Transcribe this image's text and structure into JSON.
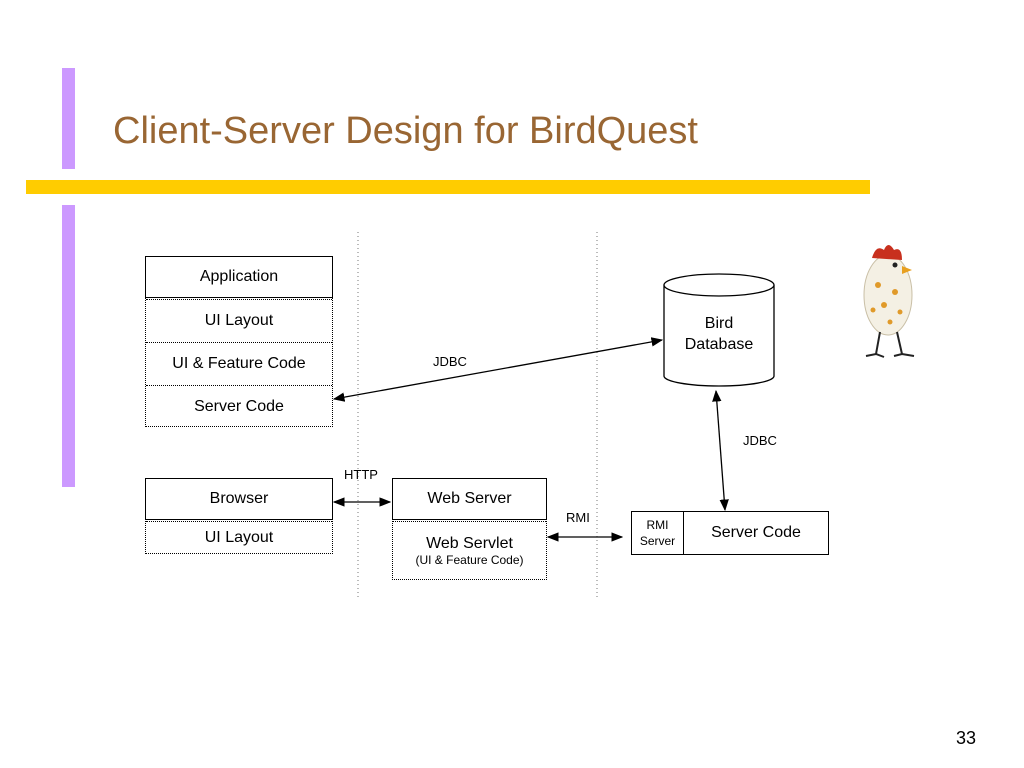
{
  "slide": {
    "title": "Client-Server Design for BirdQuest",
    "number": "33"
  },
  "diagram": {
    "application_stack": {
      "header": "Application",
      "layers": [
        "UI Layout",
        "UI & Feature Code",
        "Server Code"
      ]
    },
    "browser_stack": {
      "header": "Browser",
      "layers": [
        "UI Layout"
      ]
    },
    "web_server_stack": {
      "header": "Web Server",
      "servlet_title": "Web Servlet",
      "servlet_subtitle": "(UI & Feature Code)"
    },
    "database": {
      "line1": "Bird",
      "line2": "Database"
    },
    "server": {
      "rmi_line1": "RMI",
      "rmi_line2": "Server",
      "label": "Server Code"
    },
    "connections": {
      "jdbc_app": "JDBC",
      "jdbc_server": "JDBC",
      "http": "HTTP",
      "rmi": "RMI"
    }
  },
  "decor": {
    "accent_purple": "#cc99ff",
    "accent_yellow": "#ffcc00",
    "title_color": "#996633",
    "mascot": "chicken-mascot"
  }
}
